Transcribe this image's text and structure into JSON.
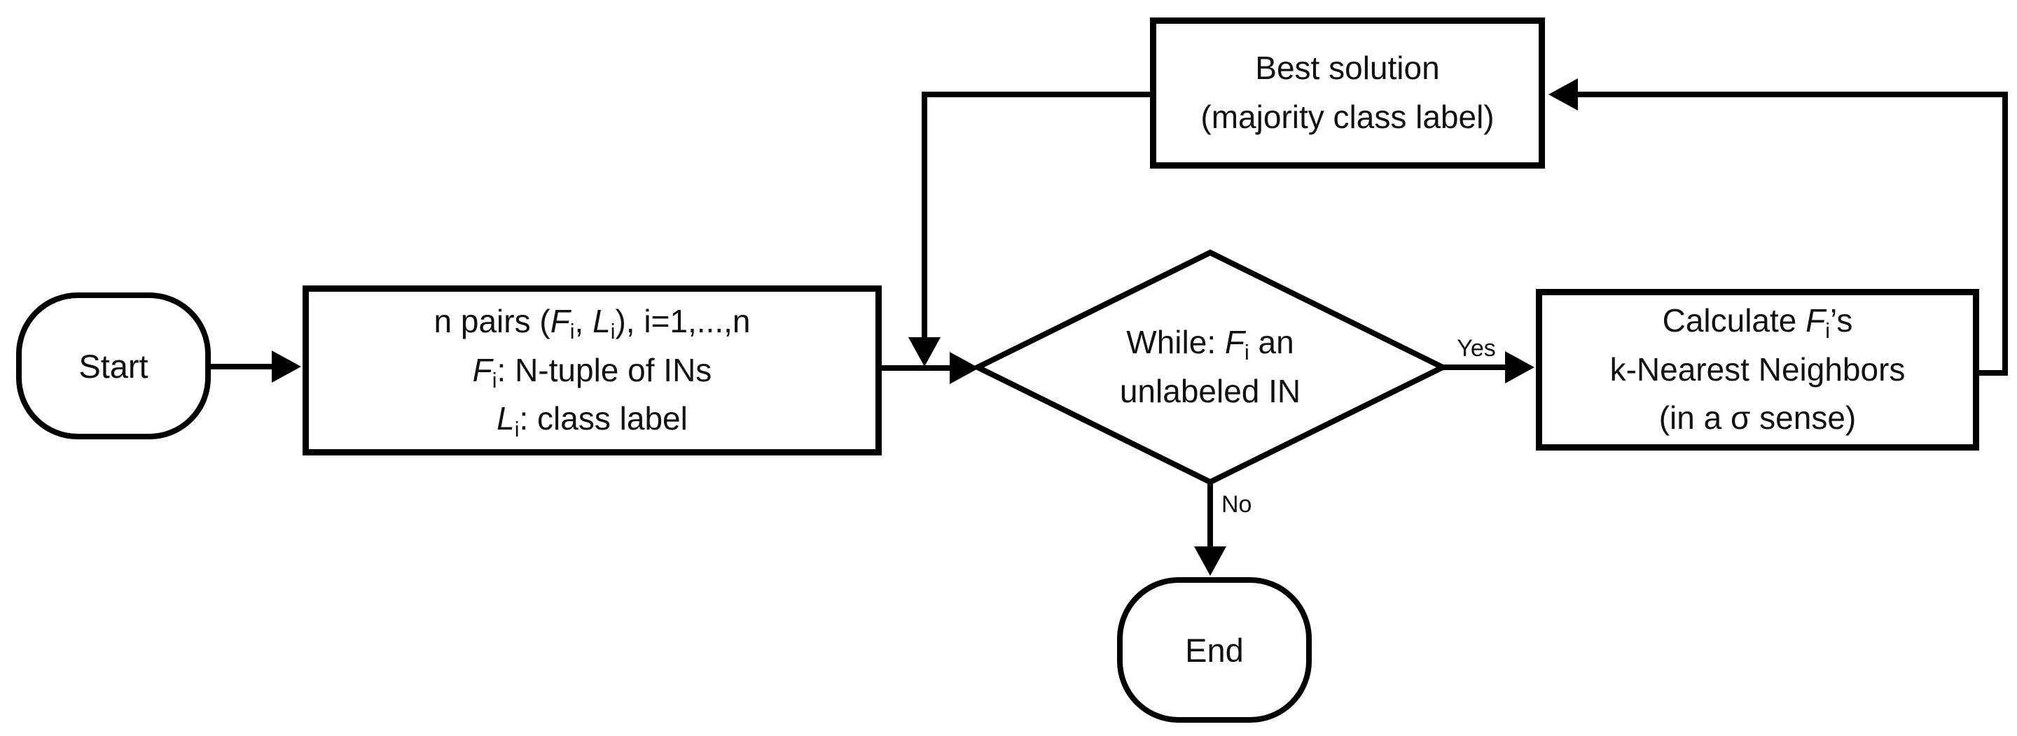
{
  "diagram": {
    "colors": {
      "stroke": "#000000",
      "background": "#ffffff"
    },
    "nodes": {
      "start": {
        "type": "terminator",
        "label": "Start"
      },
      "input": {
        "type": "process",
        "lines": [
          [
            {
              "t": "n pairs ("
            },
            {
              "t": "F",
              "em": true
            },
            {
              "t": "i",
              "sub": true
            },
            {
              "t": ", "
            },
            {
              "t": "L",
              "em": true
            },
            {
              "t": "i",
              "sub": true
            },
            {
              "t": "), i=1,...,n"
            }
          ],
          [
            {
              "t": "F",
              "em": true
            },
            {
              "t": "i",
              "sub": true
            },
            {
              "t": ": N-tuple of INs"
            }
          ],
          [
            {
              "t": "L",
              "em": true
            },
            {
              "t": "i",
              "sub": true
            },
            {
              "t": ": class label"
            }
          ]
        ]
      },
      "decision": {
        "type": "decision",
        "lines": [
          [
            {
              "t": "While: "
            },
            {
              "t": "F",
              "em": true
            },
            {
              "t": "i",
              "sub": true
            },
            {
              "t": " an"
            }
          ],
          [
            {
              "t": "unlabeled IN"
            }
          ]
        ]
      },
      "calculate": {
        "type": "process",
        "lines": [
          [
            {
              "t": "Calculate "
            },
            {
              "t": "F",
              "em": true
            },
            {
              "t": "i",
              "sub": true
            },
            {
              "t": "’s"
            }
          ],
          [
            {
              "t": "k-Nearest Neighbors"
            }
          ],
          [
            {
              "t": "(in a σ sense)"
            }
          ]
        ]
      },
      "best": {
        "type": "process",
        "lines": [
          [
            {
              "t": "Best solution"
            }
          ],
          [
            {
              "t": "(majority class label)"
            }
          ]
        ]
      },
      "end": {
        "type": "terminator",
        "label": "End"
      }
    },
    "connections": [
      {
        "from": "start",
        "to": "input",
        "label": ""
      },
      {
        "from": "input",
        "to": "decision",
        "label": ""
      },
      {
        "from": "decision",
        "to": "calculate",
        "label": "Yes"
      },
      {
        "from": "calculate",
        "to": "best",
        "label": ""
      },
      {
        "from": "best",
        "to": "decision",
        "label": ""
      },
      {
        "from": "decision",
        "to": "end",
        "label": "No"
      }
    ]
  }
}
